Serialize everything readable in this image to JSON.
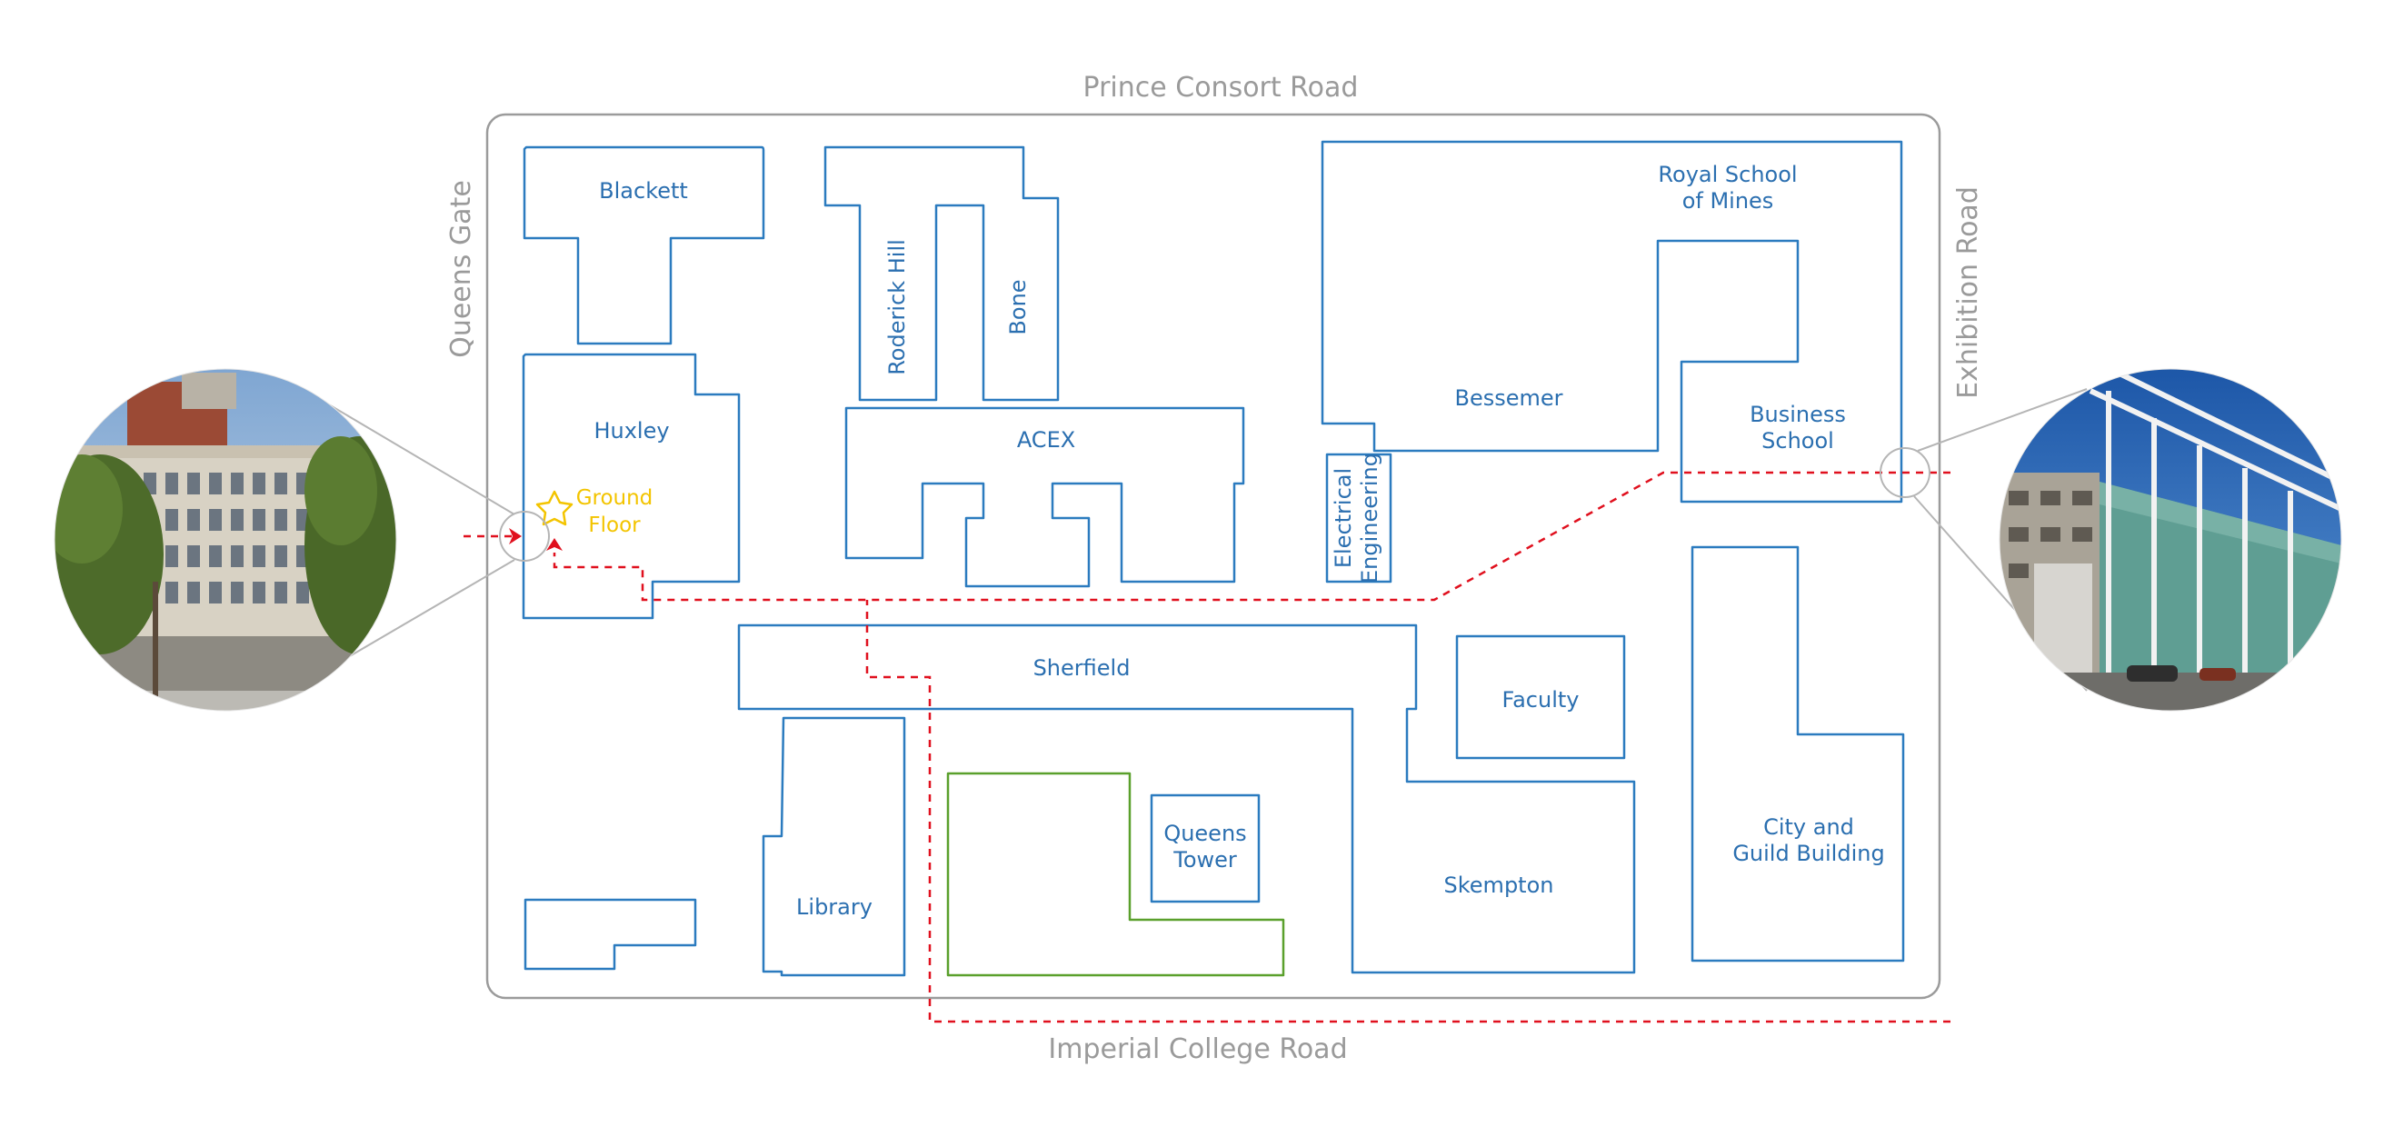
{
  "roads": {
    "north": "Prince Consort Road",
    "south": "Imperial College Road",
    "west": "Queens Gate",
    "east": "Exhibition Road"
  },
  "buildings": {
    "blackett": "Blackett",
    "roderick_hill": "Roderick Hill",
    "bone": "Bone",
    "huxley": "Huxley",
    "acex": "ACEX",
    "rsm_line1": "Royal School",
    "rsm_line2": "of Mines",
    "bessemer": "Bessemer",
    "business_line1": "Business",
    "business_line2": "School",
    "ee_line1": "Electrical",
    "ee_line2": "Engineering",
    "sherfield": "Sherfield",
    "faculty": "Faculty",
    "library": "Library",
    "queens_line1": "Queens",
    "queens_line2": "Tower",
    "skempton": "Skempton",
    "cgb_line1": "City and",
    "cgb_line2": "Guild Building"
  },
  "marker": {
    "line1": "Ground",
    "line2": "Floor",
    "icon": "star-icon"
  },
  "colors": {
    "building_outline": "#2b7bbf",
    "route": "#e0101e",
    "marker": "#f3c400",
    "green_space": "#5aa02c",
    "road_text": "#9a9a9a"
  }
}
